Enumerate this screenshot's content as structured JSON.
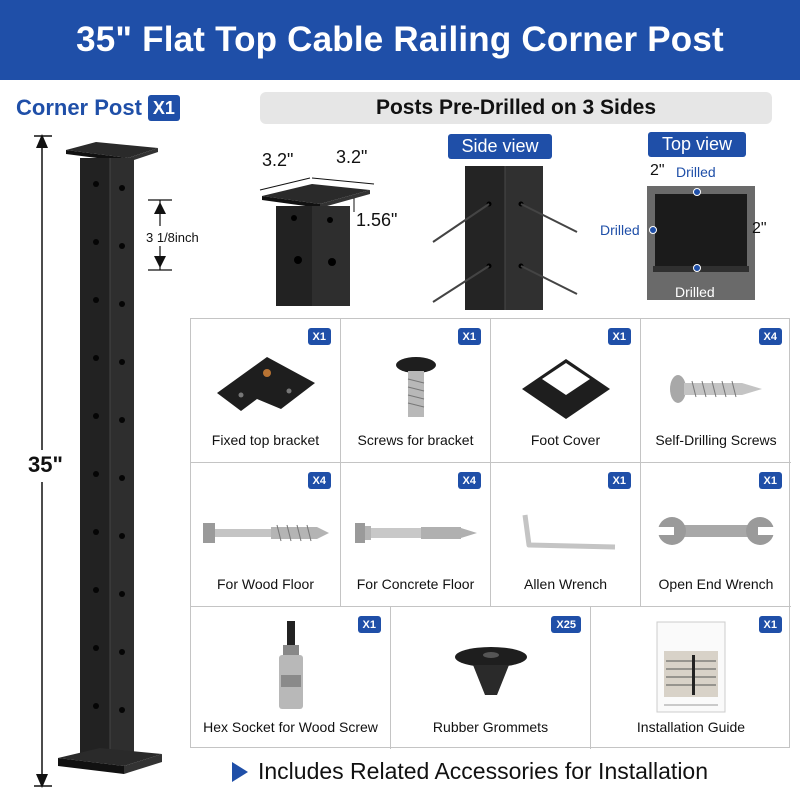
{
  "title": "35\" Flat Top Cable Railing Corner Post",
  "corner_post": {
    "label": "Corner Post",
    "qty": "X1",
    "height": "35\"",
    "hole_spacing": "3 1/8inch"
  },
  "drilled_banner": "Posts Pre-Drilled on 3 Sides",
  "top_dims": {
    "w1": "3.2\"",
    "w2": "3.2\"",
    "h": "1.56\""
  },
  "side_view": "Side view",
  "top_view": {
    "label": "Top view",
    "dim_top": "2\"",
    "dim_right": "2\"",
    "drilled_top": "Drilled",
    "drilled_left": "Drilled",
    "drilled_bottom": "Drilled"
  },
  "accessories": [
    {
      "qty": "X1",
      "label": "Fixed top bracket",
      "icon": "bracket-icon"
    },
    {
      "qty": "X1",
      "label": "Screws for bracket",
      "icon": "screw-icon"
    },
    {
      "qty": "X1",
      "label": "Foot Cover",
      "icon": "foot-cover-icon"
    },
    {
      "qty": "X4",
      "label": "Self-Drilling Screws",
      "icon": "self-drilling-screw-icon"
    },
    {
      "qty": "X4",
      "label": "For Wood Floor",
      "icon": "lag-screw-icon"
    },
    {
      "qty": "X4",
      "label": "For Concrete Floor",
      "icon": "anchor-bolt-icon"
    },
    {
      "qty": "X1",
      "label": "Allen Wrench",
      "icon": "allen-wrench-icon"
    },
    {
      "qty": "X1",
      "label": "Open End Wrench",
      "icon": "open-end-wrench-icon"
    },
    {
      "qty": "X1",
      "label": "Hex Socket for Wood Screw",
      "icon": "hex-socket-icon"
    },
    {
      "qty": "X25",
      "label": "Rubber Grommets",
      "icon": "rubber-grommet-icon"
    },
    {
      "qty": "X1",
      "label": "Installation Guide",
      "icon": "installation-guide-icon"
    }
  ],
  "footer": "Includes Related Accessories for Installation",
  "colors": {
    "brand_blue": "#1f4fa8",
    "post_black": "#1c1c1c",
    "banner_gray": "#e6e6e6"
  }
}
